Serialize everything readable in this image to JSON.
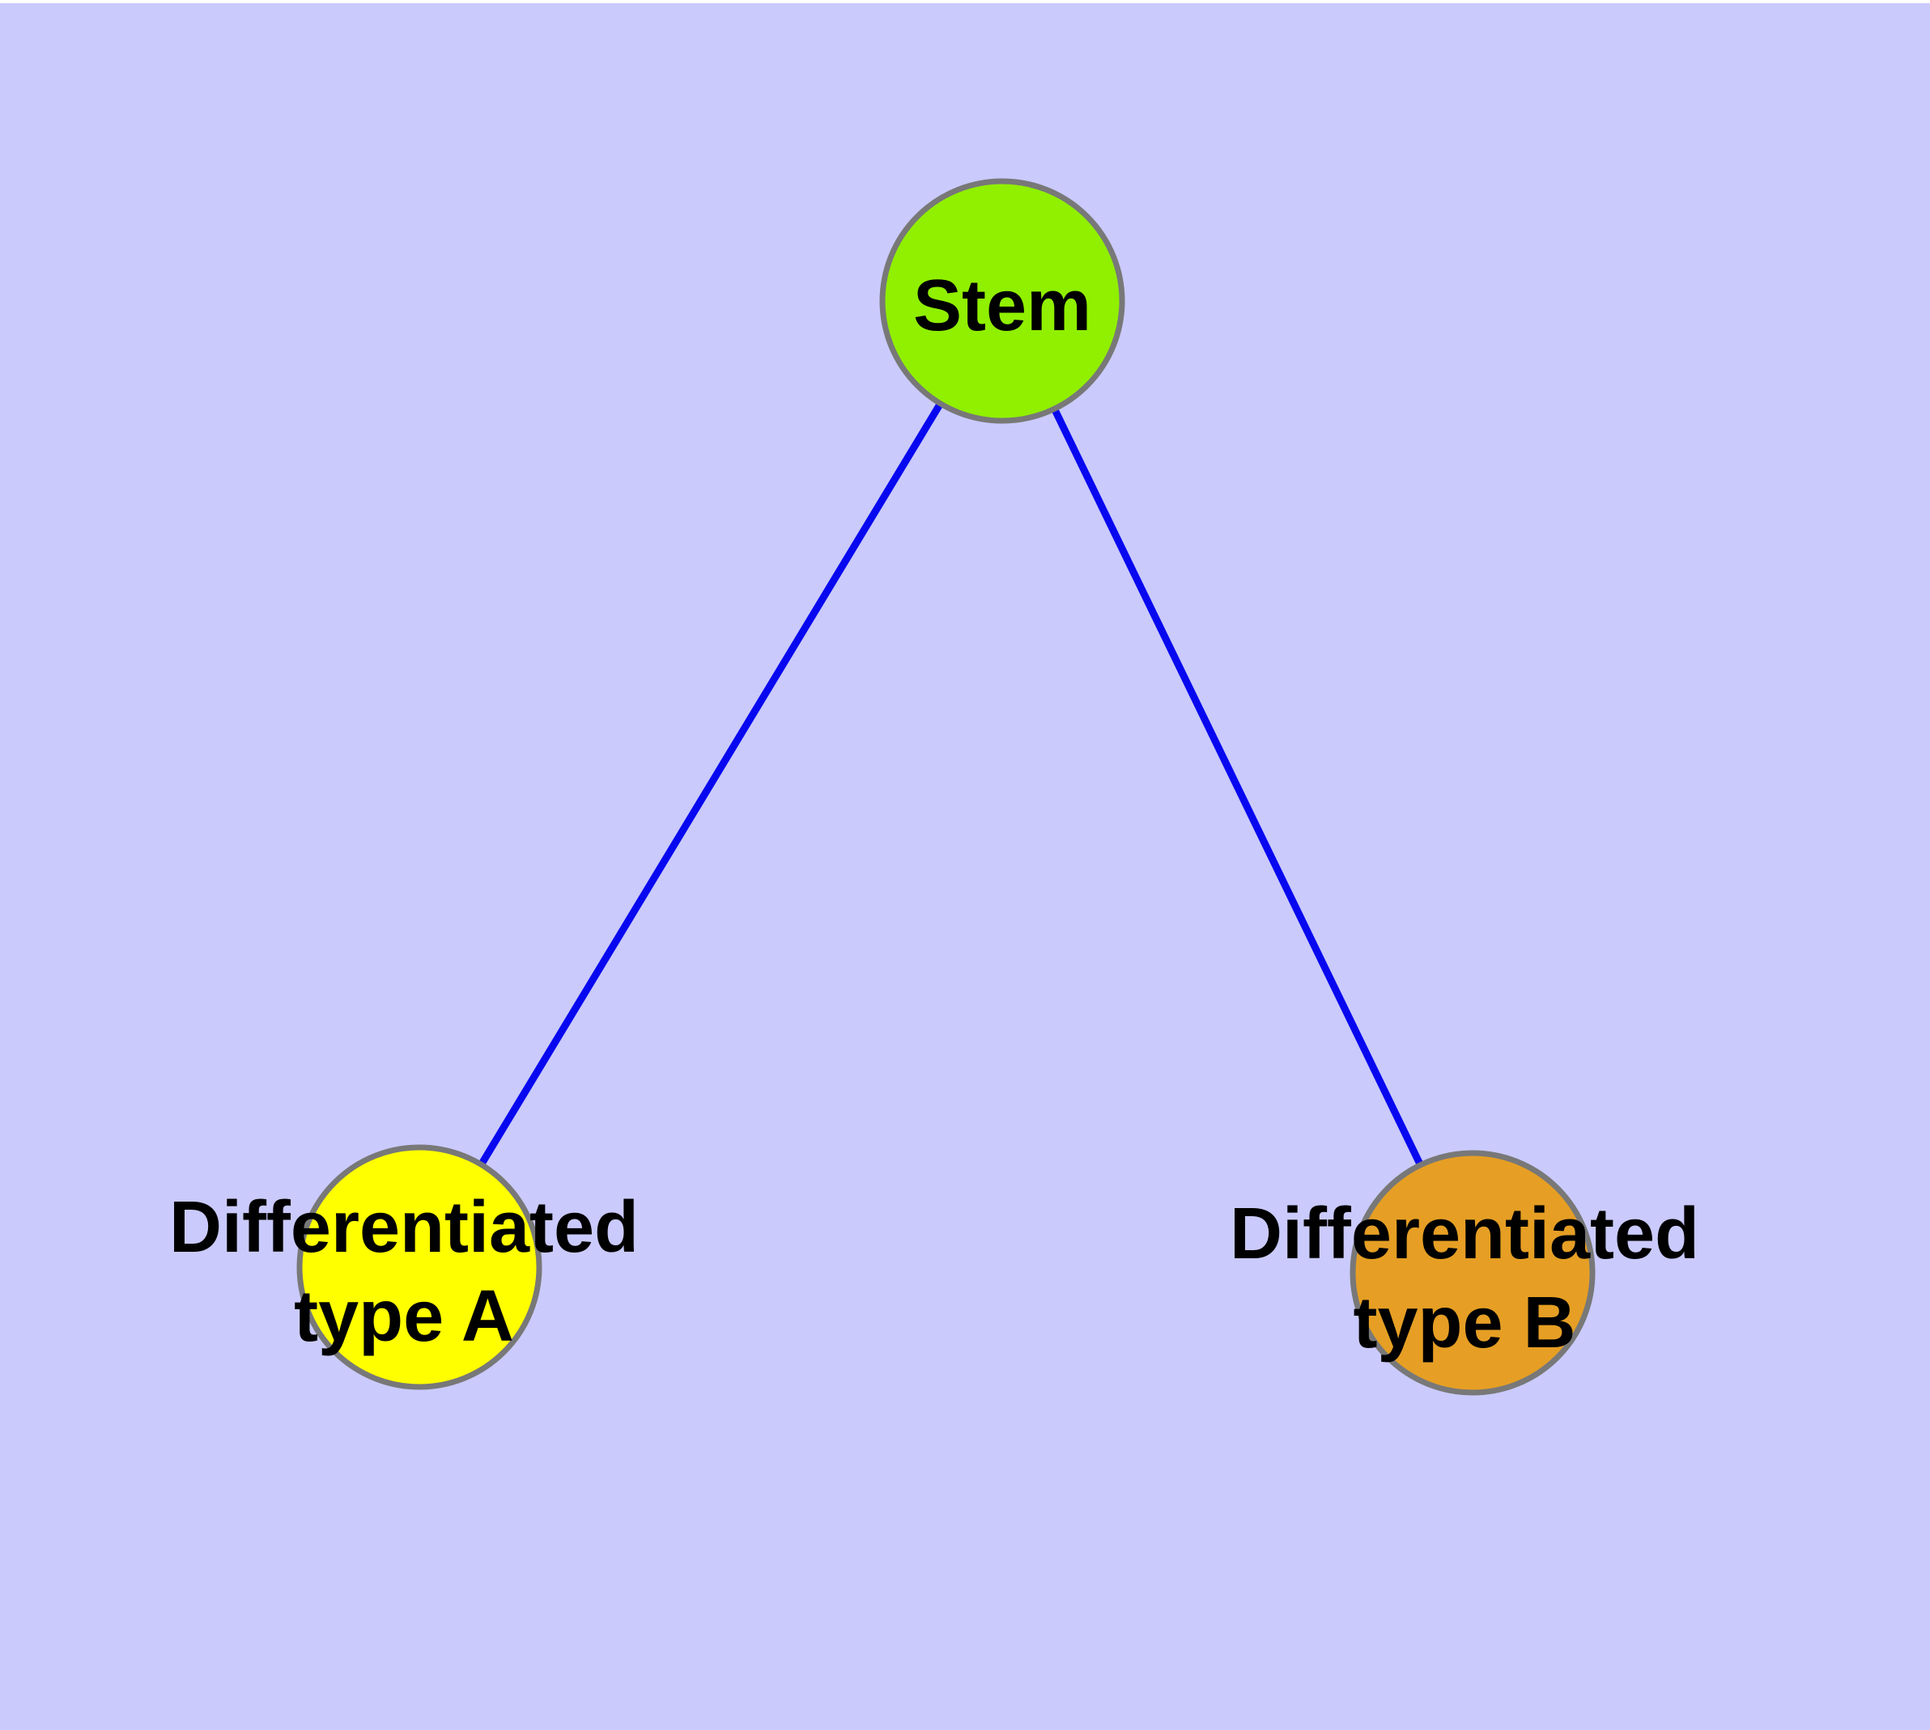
{
  "diagram": {
    "background_color": "#CACAFC",
    "top_margin_color": "#FFFFFF",
    "edge_color": "#0808F0",
    "node_border_color": "#787878",
    "label_text_color": "#000000",
    "nodes": [
      {
        "id": "stem",
        "label_lines": [
          "Stem"
        ],
        "fill": "#90F000"
      },
      {
        "id": "differentiated-type-a",
        "label_lines": [
          "Differentiated",
          "type A"
        ],
        "fill": "#FFFF00"
      },
      {
        "id": "differentiated-type-b",
        "label_lines": [
          "Differentiated",
          "type B"
        ],
        "fill": "#E69F24"
      }
    ],
    "edges": [
      {
        "from": "Stem",
        "to": "Differentiated type A"
      },
      {
        "from": "Stem",
        "to": "Differentiated type B"
      }
    ]
  }
}
